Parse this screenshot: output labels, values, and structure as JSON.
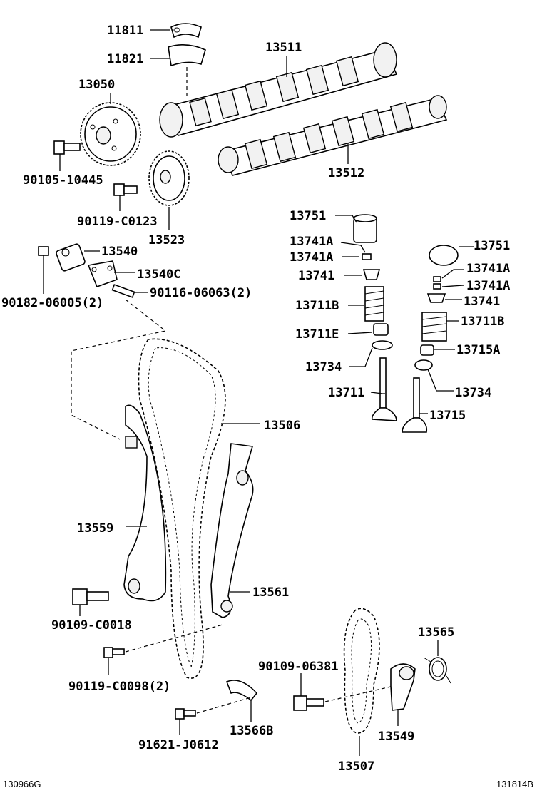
{
  "labels": {
    "p11811": "11811",
    "p11821": "11821",
    "p13511": "13511",
    "p13050": "13050",
    "p13512": "13512",
    "p90105_10445": "90105-10445",
    "p90119_c0123": "90119-C0123",
    "p13523": "13523",
    "p13540": "13540",
    "p13540c": "13540C",
    "p90182_06005": "90182-06005(2)",
    "p90116_06063": "90116-06063(2)",
    "p13751_a": "13751",
    "p13741a_1": "13741A",
    "p13741a_2": "13741A",
    "p13741_a": "13741",
    "p13711b_a": "13711B",
    "p13711e": "13711E",
    "p13734_a": "13734",
    "p13711": "13711",
    "p13751_b": "13751",
    "p13741a_3": "13741A",
    "p13741a_4": "13741A",
    "p13741_b": "13741",
    "p13711b_b": "13711B",
    "p13715a": "13715A",
    "p13734_b": "13734",
    "p13715": "13715",
    "p13506": "13506",
    "p13559": "13559",
    "p13561": "13561",
    "p90109_c0018": "90109-C0018",
    "p90119_c0098": "90119-C0098(2)",
    "p13565": "13565",
    "p90109_06381": "90109-06381",
    "p13566b": "13566B",
    "p91621_j0612": "91621-J0612",
    "p13549": "13549",
    "p13507": "13507"
  },
  "footer": {
    "left_code": "130966G",
    "right_code": "131814B"
  }
}
